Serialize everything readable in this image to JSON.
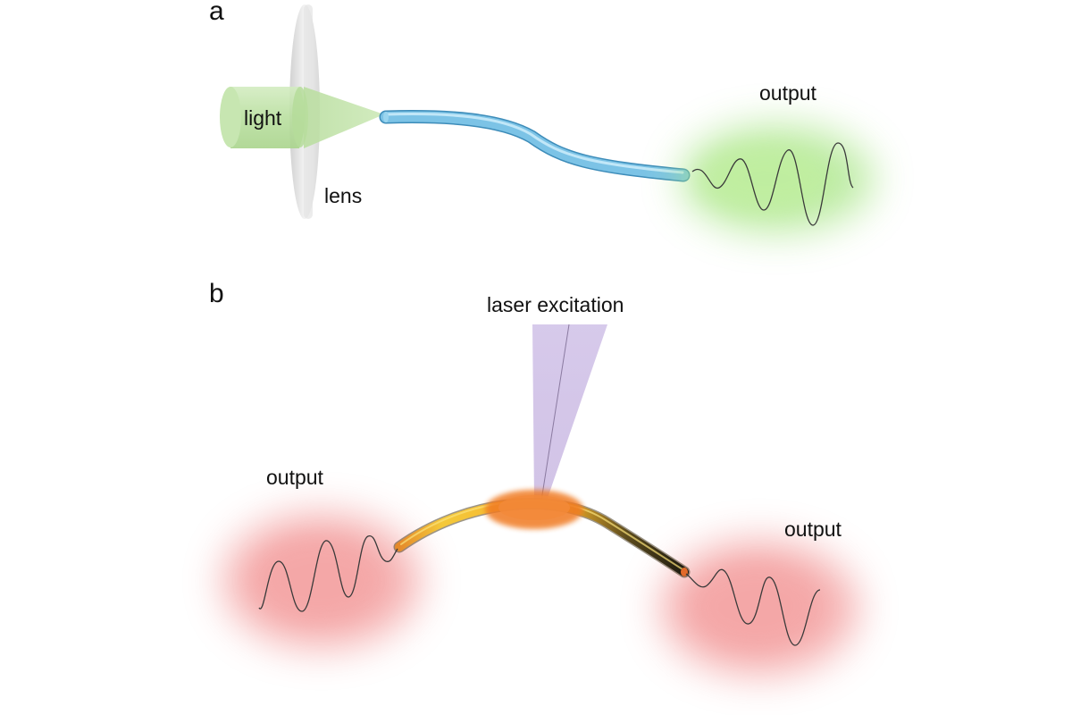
{
  "panel_a": {
    "letter": "a",
    "light_label": "light",
    "lens_label": "lens",
    "output_label": "output"
  },
  "panel_b": {
    "letter": "b",
    "excitation_label": "laser excitation",
    "output_left_label": "output",
    "output_right_label": "output"
  },
  "colors": {
    "light_green": "#bfe3a6",
    "fiber_blue": "#7cc3e6",
    "output_green_glow": "#9fe07a",
    "output_red_glow": "#f08a8a",
    "laser_violet": "#b9a3d9",
    "nanowire_yellow": "#f2c230",
    "excitation_orange": "#f07a20"
  }
}
